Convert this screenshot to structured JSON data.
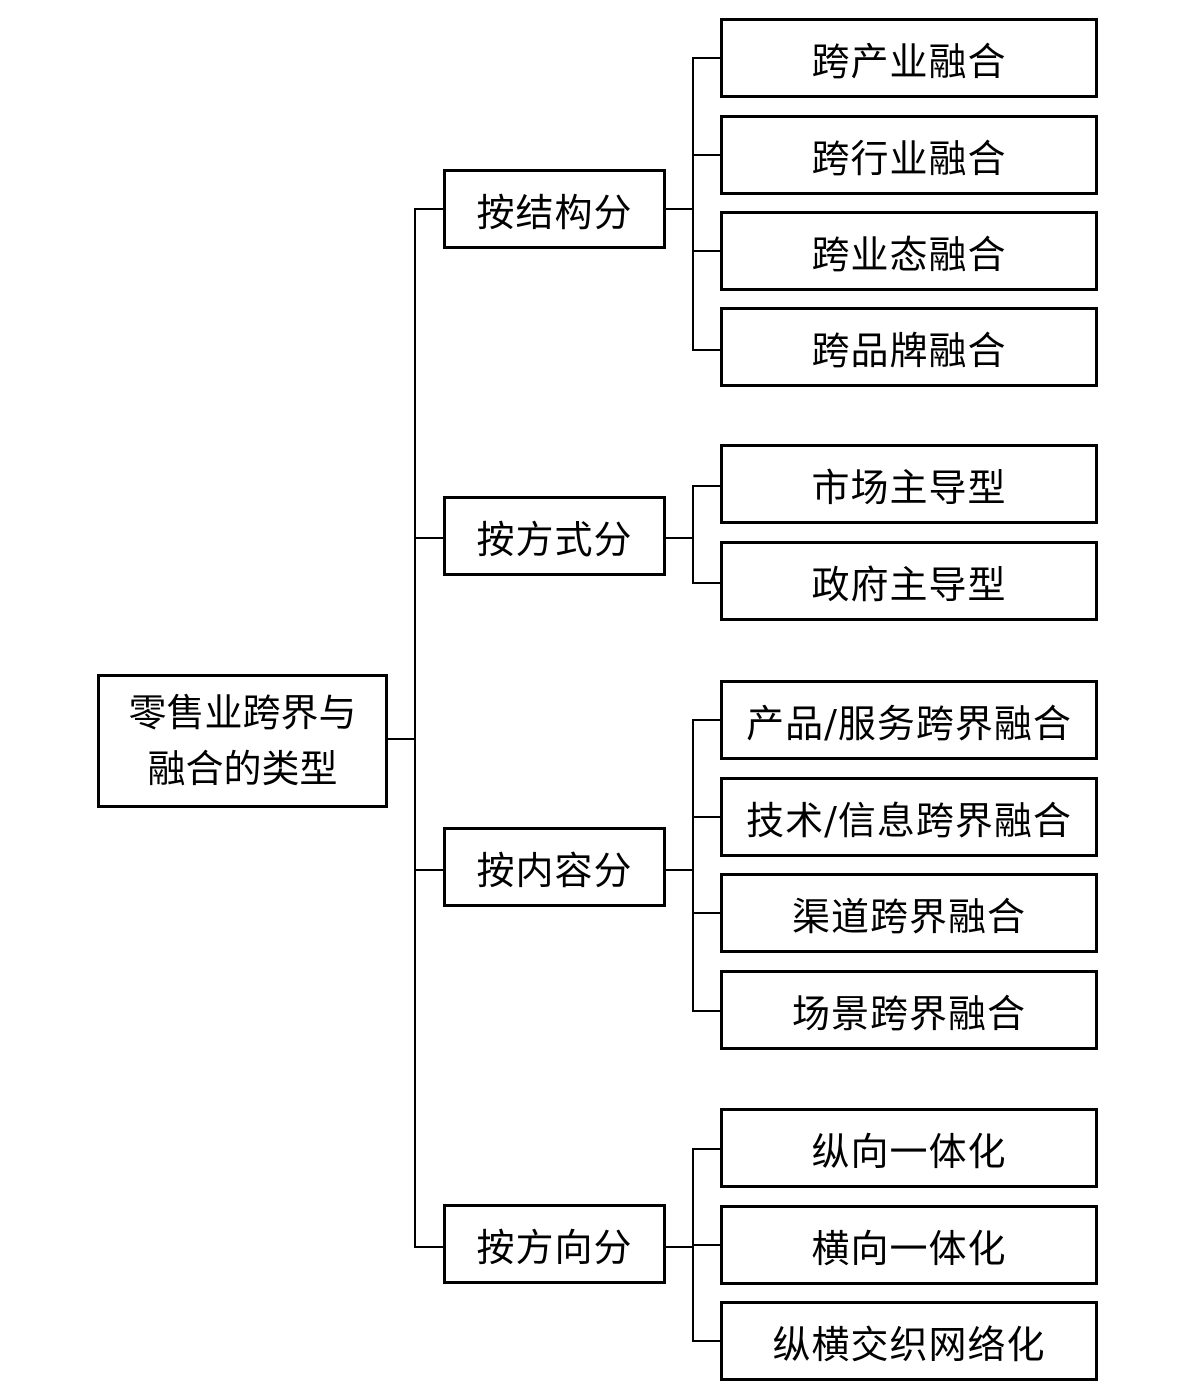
{
  "root": {
    "label": "零售业跨界与融合的类型"
  },
  "branches": [
    {
      "label": "按结构分",
      "leaves": [
        "跨产业融合",
        "跨行业融合",
        "跨业态融合",
        "跨品牌融合"
      ]
    },
    {
      "label": "按方式分",
      "leaves": [
        "市场主导型",
        "政府主导型"
      ]
    },
    {
      "label": "按内容分",
      "leaves": [
        "产品/服务跨界融合",
        "技术/信息跨界融合",
        "渠道跨界融合",
        "场景跨界融合"
      ]
    },
    {
      "label": "按方向分",
      "leaves": [
        "纵向一体化",
        "横向一体化",
        "纵横交织网络化"
      ]
    }
  ]
}
